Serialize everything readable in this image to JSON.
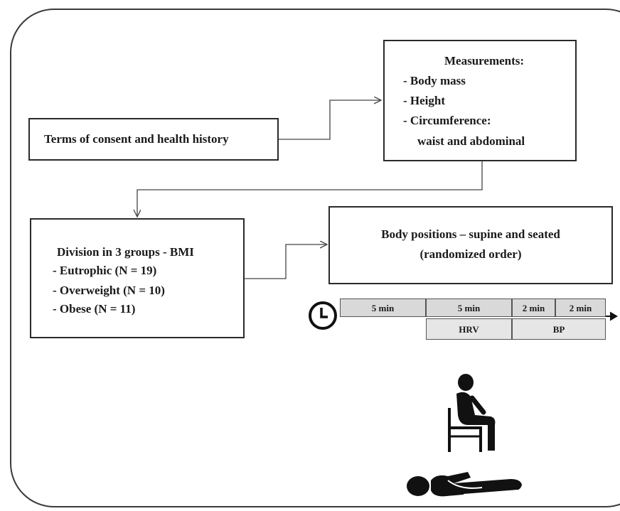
{
  "consent": {
    "label": "Terms of consent and health history"
  },
  "measurements": {
    "title": "Measurements:",
    "items": [
      "- Body mass",
      "- Height",
      "- Circumference:"
    ],
    "continuation": "waist and abdominal"
  },
  "groups": {
    "title": "Division in 3 groups - BMI",
    "items": [
      "- Eutrophic (N = 19)",
      "- Overweight (N = 10)",
      "- Obese (N = 11)"
    ]
  },
  "positions": {
    "line1": "Body positions – supine and seated",
    "line2": "(randomized order)"
  },
  "timeline": {
    "top": [
      "5 min",
      "5 min",
      "2 min",
      "2 min"
    ],
    "bottom": [
      "HRV",
      "BP"
    ],
    "icon": "clock-icon"
  },
  "figures": {
    "seated": "seated-person-icon",
    "supine": "supine-person-icon"
  }
}
